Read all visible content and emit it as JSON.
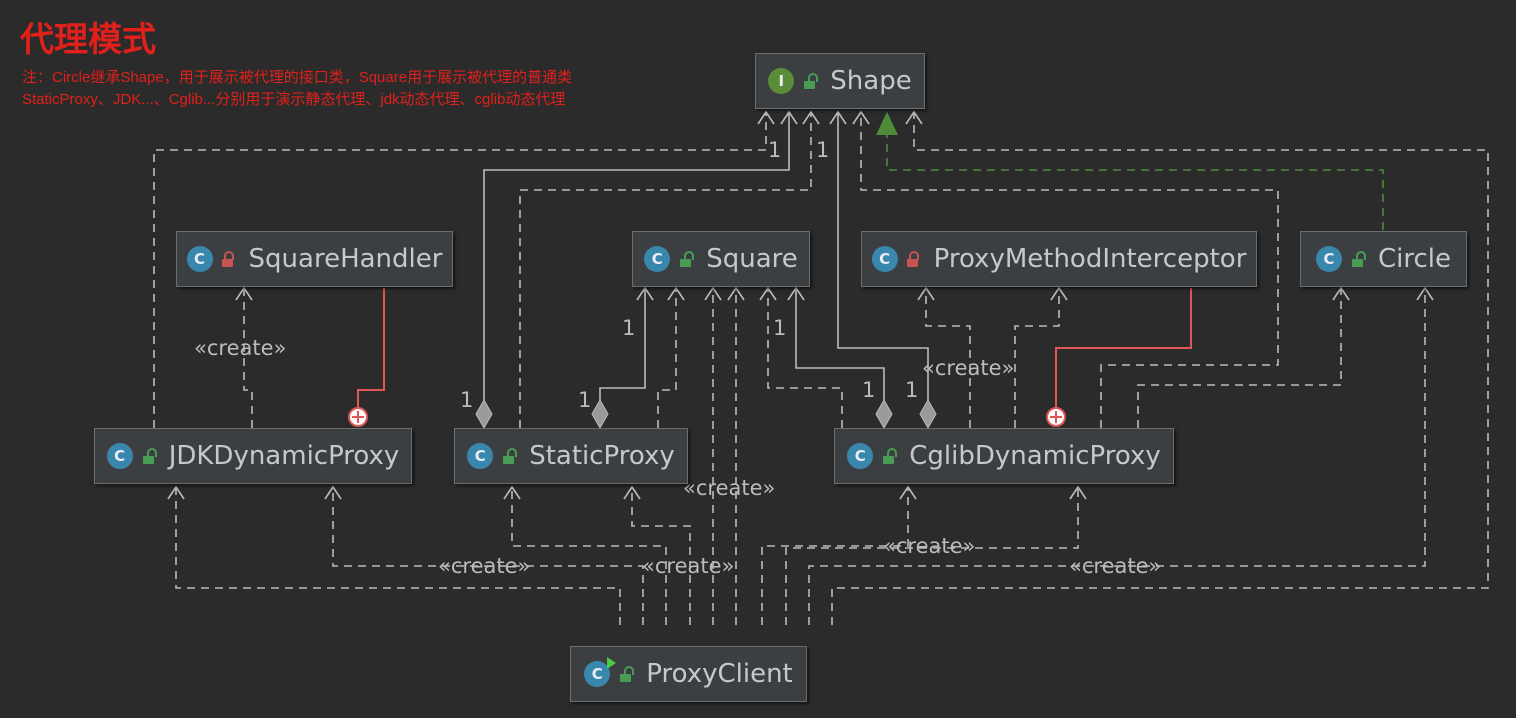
{
  "title": "代理模式",
  "notes": [
    "注：Circle继承Shape，用于展示被代理的接口类，Square用于展示被代理的普通类",
    "StaticProxy、JDK...、Cglib...分别用于演示静态代理、jdk动态代理、cglib动态代理"
  ],
  "nodes": {
    "shape": {
      "name": "Shape",
      "kind": "interface",
      "badge": "I",
      "visibility": "public"
    },
    "square_handler": {
      "name": "SquareHandler",
      "kind": "class",
      "badge": "C",
      "visibility": "private"
    },
    "square": {
      "name": "Square",
      "kind": "class",
      "badge": "C",
      "visibility": "public"
    },
    "proxy_method_interceptor": {
      "name": "ProxyMethodInterceptor",
      "kind": "class",
      "badge": "C",
      "visibility": "private"
    },
    "circle": {
      "name": "Circle",
      "kind": "class",
      "badge": "C",
      "visibility": "public"
    },
    "jdk_dynamic_proxy": {
      "name": "JDKDynamicProxy",
      "kind": "class",
      "badge": "C",
      "visibility": "public"
    },
    "static_proxy": {
      "name": "StaticProxy",
      "kind": "class",
      "badge": "C",
      "visibility": "public"
    },
    "cglib_dynamic_proxy": {
      "name": "CglibDynamicProxy",
      "kind": "class",
      "badge": "C",
      "visibility": "public"
    },
    "proxy_client": {
      "name": "ProxyClient",
      "kind": "main-class",
      "badge": "C",
      "visibility": "public"
    }
  },
  "edge_labels": {
    "create": "«create»",
    "one": "1"
  },
  "colors": {
    "background": "#2b2b2b",
    "node_fill": "#3c3f41",
    "edge": "#bbbbbb",
    "inheritance": "#4d8b3a",
    "inner_class": "#e05555",
    "title": "#e0201a"
  }
}
